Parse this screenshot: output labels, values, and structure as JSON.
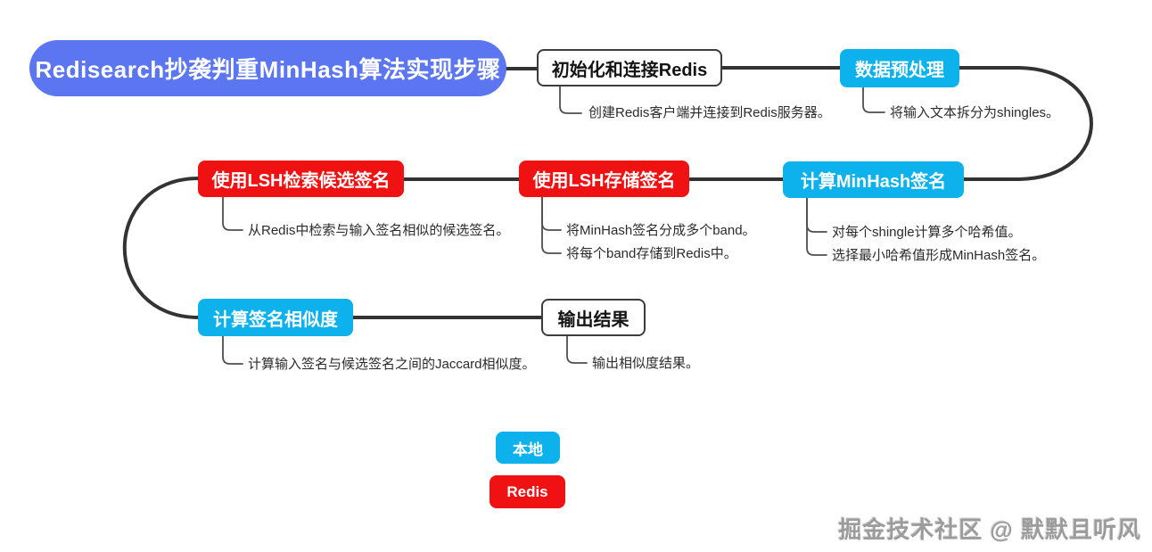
{
  "title": {
    "label": "Redisearch抄袭判重MinHash算法实现步骤"
  },
  "steps": {
    "init": {
      "label": "初始化和连接Redis",
      "style": "plain"
    },
    "preprocess": {
      "label": "数据预处理",
      "style": "local"
    },
    "minhash": {
      "label": "计算MinHash签名",
      "style": "local"
    },
    "store": {
      "label": "使用LSH存储签名",
      "style": "redis"
    },
    "retrieve": {
      "label": "使用LSH检索候选签名",
      "style": "redis"
    },
    "similarity": {
      "label": "计算签名相似度",
      "style": "local"
    },
    "output": {
      "label": "输出结果",
      "style": "plain"
    }
  },
  "notes": {
    "init": "创建Redis客户端并连接到Redis服务器。",
    "preprocess": "将输入文本拆分为shingles。",
    "retrieve": "从Redis中检索与输入签名相似的候选签名。",
    "store_1": "将MinHash签名分成多个band。",
    "store_2": "将每个band存储到Redis中。",
    "minhash_1": "对每个shingle计算多个哈希值。",
    "minhash_2": "选择最小哈希值形成MinHash签名。",
    "similarity": "计算输入签名与候选签名之间的Jaccard相似度。",
    "output": "输出相似度结果。"
  },
  "legend": {
    "local": "本地",
    "redis": "Redis"
  },
  "watermark": "掘金技术社区 @ 默默且听风",
  "colors": {
    "root": "#5b76f0",
    "local": "#0db2ec",
    "redis": "#f01112",
    "line": "#333333",
    "note_line": "#4f4f4f"
  }
}
